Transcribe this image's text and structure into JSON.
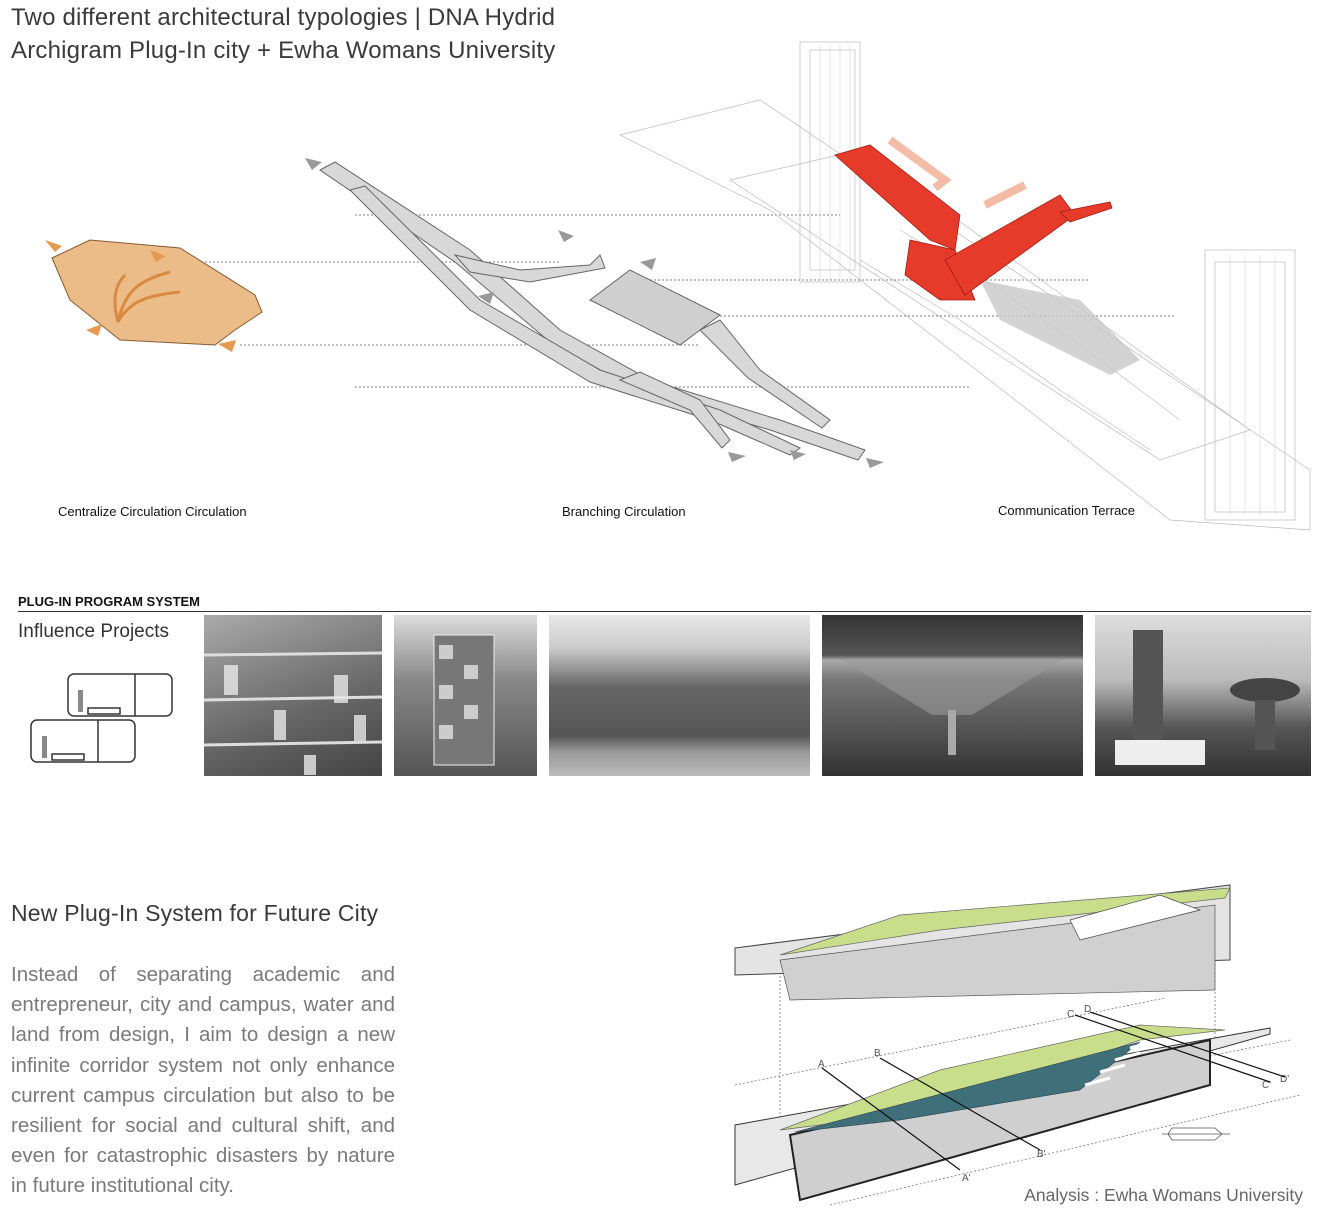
{
  "header": {
    "title_line1": "Two different architectural typologies | DNA Hydrid",
    "title_line2": "Archigram Plug-In city + Ewha Womans University"
  },
  "diagrams": {
    "captions": [
      "Centralize Circulation Circulation",
      "Branching Circulation",
      "Communication Terrace"
    ],
    "accent_colors": {
      "centralize": "#e8b47f",
      "terrace": "#e63a2a",
      "green_roof": "#c9de8a"
    }
  },
  "plugin_section": {
    "heading": "PLUG-IN PROGRAM SYSTEM",
    "subheading": "Influence Projects",
    "photos": [
      "plug-in-city-model",
      "capsule-tower",
      "habitat-housing",
      "canopy-structure",
      "plug-in-buildings"
    ]
  },
  "future_city": {
    "title": "New Plug-In System for Future City",
    "body": "Instead of separating academic and entrepreneur, city and campus, water and land from design, I aim to design a new infinite corridor system not only enhance current campus circulation but also to be resilient for social and cultural shift, and even for catastrophic disasters by nature in future institutional city.",
    "section_labels": [
      "A",
      "B",
      "C",
      "D",
      "A'",
      "B'",
      "C'",
      "D'"
    ],
    "caption": "Analysis : Ewha Womans University"
  }
}
